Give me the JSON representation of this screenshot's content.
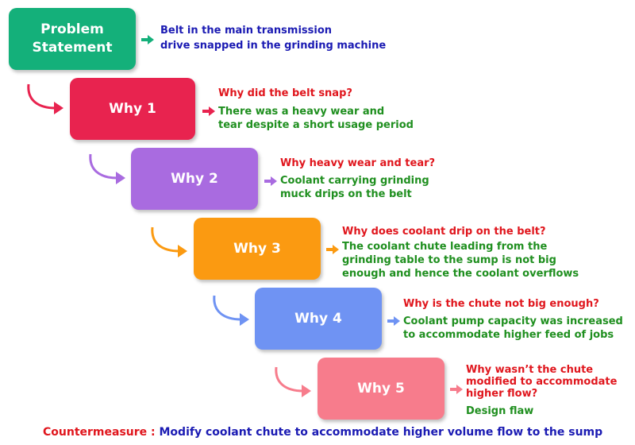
{
  "problem": {
    "title": "Problem Statement",
    "text": [
      "Belt in the main transmission",
      "drive snapped in the grinding machine"
    ],
    "color": "#14b07a"
  },
  "whys": [
    {
      "label": "Why 1",
      "color": "#e8234f",
      "question": "Why did the belt snap?",
      "answer": [
        "There was a heavy wear and",
        "tear despite a short usage period"
      ]
    },
    {
      "label": "Why 2",
      "color": "#a96be0",
      "question": "Why heavy wear and tear?",
      "answer": [
        "Coolant carrying grinding",
        "muck drips on the belt"
      ]
    },
    {
      "label": "Why 3",
      "color": "#fb9a11",
      "question": "Why does coolant drip on the belt?",
      "answer": [
        "The coolant chute leading from the",
        "grinding table to the sump is not big",
        "enough and hence the coolant overflows"
      ]
    },
    {
      "label": "Why 4",
      "color": "#6f93f3",
      "question": "Why is the chute not big enough?",
      "answer": [
        "Coolant pump capacity was increased",
        "to accommodate higher feed of jobs"
      ]
    },
    {
      "label": "Why 5",
      "color": "#f77c8c",
      "question": [
        "Why wasn’t the chute",
        "modified to accommodate",
        "higher flow?"
      ],
      "answer": [
        "Design flaw"
      ]
    }
  ],
  "countermeasure": {
    "label": "Countermeasure :",
    "text": "Modify coolant chute to accommodate higher volume flow to the sump"
  }
}
